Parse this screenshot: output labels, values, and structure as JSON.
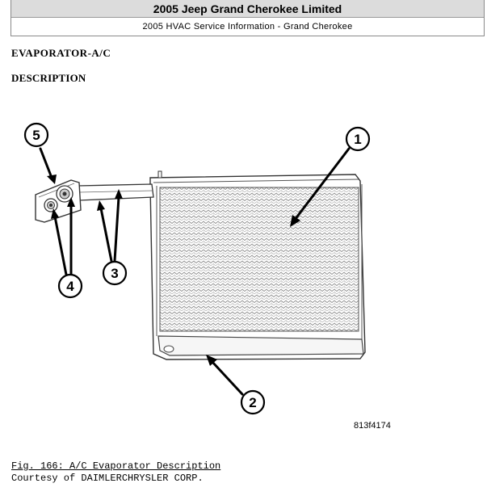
{
  "header": {
    "title": "2005 Jeep Grand Cherokee Limited",
    "subtitle": "2005 HVAC Service Information - Grand Cherokee"
  },
  "section": {
    "heading": "EVAPORATOR-A/C",
    "subheading": "DESCRIPTION"
  },
  "figure": {
    "callouts": [
      "1",
      "2",
      "3",
      "4",
      "5"
    ],
    "code": "813f4174",
    "caption": "Fig. 166: A/C Evaporator Description",
    "credit": "Courtesy of DAIMLERCHRYSLER CORP."
  }
}
